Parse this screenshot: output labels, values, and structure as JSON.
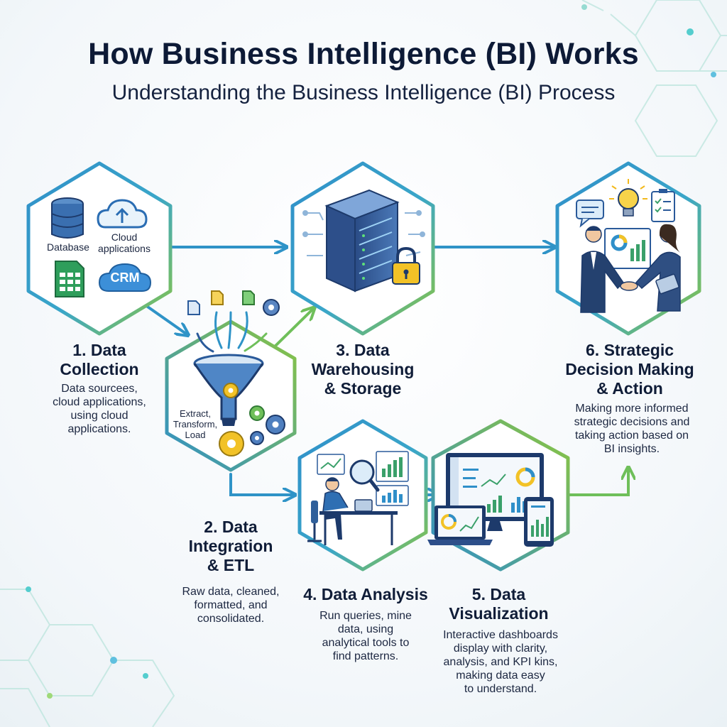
{
  "header": {
    "title": "How Business Intelligence (BI) Works",
    "subtitle": "Understanding the Business Intelligence (BI) Process"
  },
  "steps": [
    {
      "title_lines": [
        "1. Data",
        "Collection"
      ],
      "description_lines": [
        "Data sourcees,",
        "cloud applications,",
        "using cloud",
        "applications."
      ]
    },
    {
      "title_lines": [
        "2. Data",
        "Integration",
        "& ETL"
      ],
      "description_lines": [
        "Raw data, cleaned,",
        "formatted, and",
        "consolidated."
      ]
    },
    {
      "title_lines": [
        "3. Data",
        "Warehousing",
        "& Storage"
      ],
      "description_lines": []
    },
    {
      "title_lines": [
        "4. Data Analysis"
      ],
      "description_lines": [
        "Run queries, mine",
        "data, using",
        "analytical tools to",
        "find patterns."
      ]
    },
    {
      "title_lines": [
        "5. Data",
        "Visualization"
      ],
      "description_lines": [
        "Interactive dashboards",
        "display with clarity,",
        "analysis, and KPI kins,",
        "making data easy",
        "to understand."
      ]
    },
    {
      "title_lines": [
        "6. Strategic",
        "Decision Making",
        "& Action"
      ],
      "description_lines": [
        "Making more informed",
        "strategic decisions and",
        "taking action based on",
        "BI insights."
      ]
    }
  ],
  "icon_labels": {
    "database": "Database",
    "cloud_line1": "Cloud",
    "cloud_line2": "applications",
    "crm": "CRM",
    "etl_line1": "Extract,",
    "etl_line2": "Transform,",
    "etl_line3": "Load"
  },
  "colors": {
    "title": "#0d1a36",
    "hex_blue": "#2f8fc9",
    "hex_green": "#8cc63f",
    "arrow": "#2f93c7",
    "accent_navy": "#1d3a6b"
  },
  "icons": [
    "database-icon",
    "cloud-upload-icon",
    "spreadsheet-icon",
    "crm-cloud-icon",
    "funnel-icon",
    "gear-icon",
    "server-icon",
    "lock-icon",
    "magnifier-icon",
    "analyst-icon",
    "monitor-dashboard-icon",
    "laptop-icon",
    "tablet-icon",
    "handshake-icon",
    "lightbulb-icon",
    "chat-icon",
    "checklist-icon"
  ]
}
